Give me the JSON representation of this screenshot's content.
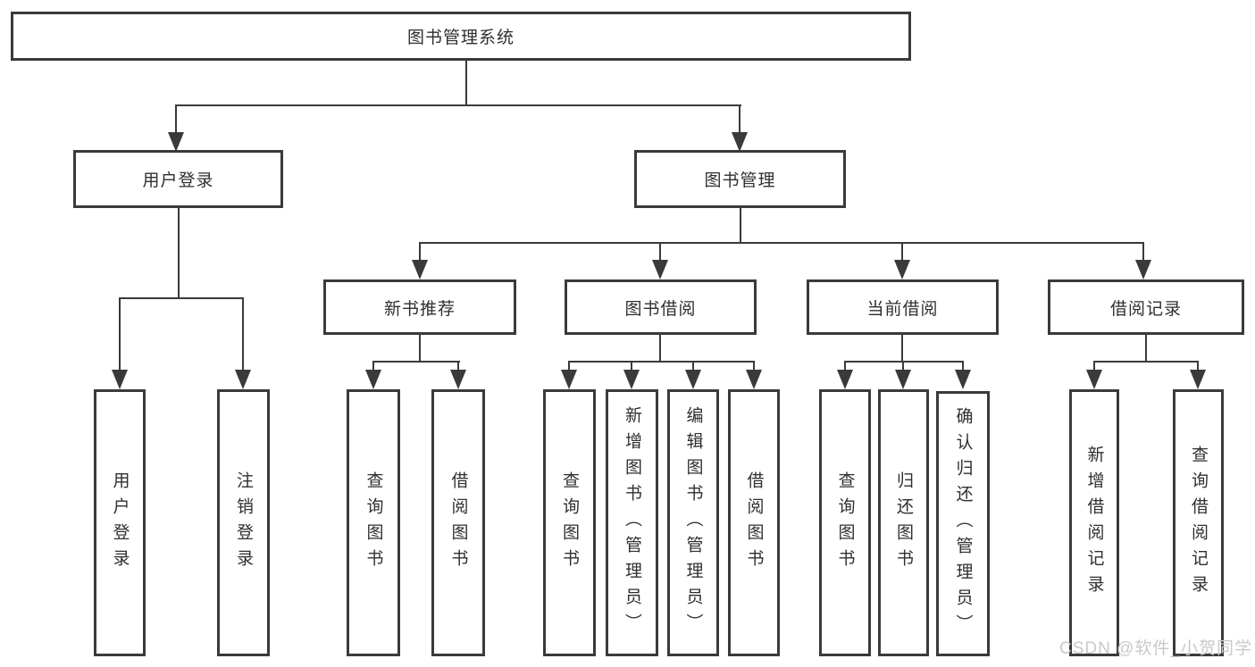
{
  "diagram": {
    "title": "图书管理系统",
    "nodes": {
      "root": "图书管理系统",
      "user_login": "用户登录",
      "book_management": "图书管理",
      "new_book_recommend": "新书推荐",
      "book_borrow": "图书借阅",
      "current_borrow": "当前借阅",
      "borrow_records": "借阅记录"
    },
    "leaves": {
      "user_login": "用户登录",
      "logout": "注销登录",
      "recommend_query_book": "查询图书",
      "recommend_borrow_book": "借阅图书",
      "borrow_query_book": "查询图书",
      "borrow_add_book_admin": "新增图书（管理员）",
      "borrow_edit_book_admin": "编辑图书（管理员）",
      "borrow_borrow_book": "借阅图书",
      "current_query_book": "查询图书",
      "current_return_book": "归还图书",
      "current_confirm_return_admin": "确认归还（管理员）",
      "records_add_record": "新增借阅记录",
      "records_query_record": "查询借阅记录"
    }
  },
  "watermark": {
    "text": "CSDN @软件_小贺同学",
    "color": "#c9c9c9"
  },
  "colors": {
    "line": "#3a3a3a",
    "text": "#2f2f2f",
    "background": "#ffffff"
  }
}
